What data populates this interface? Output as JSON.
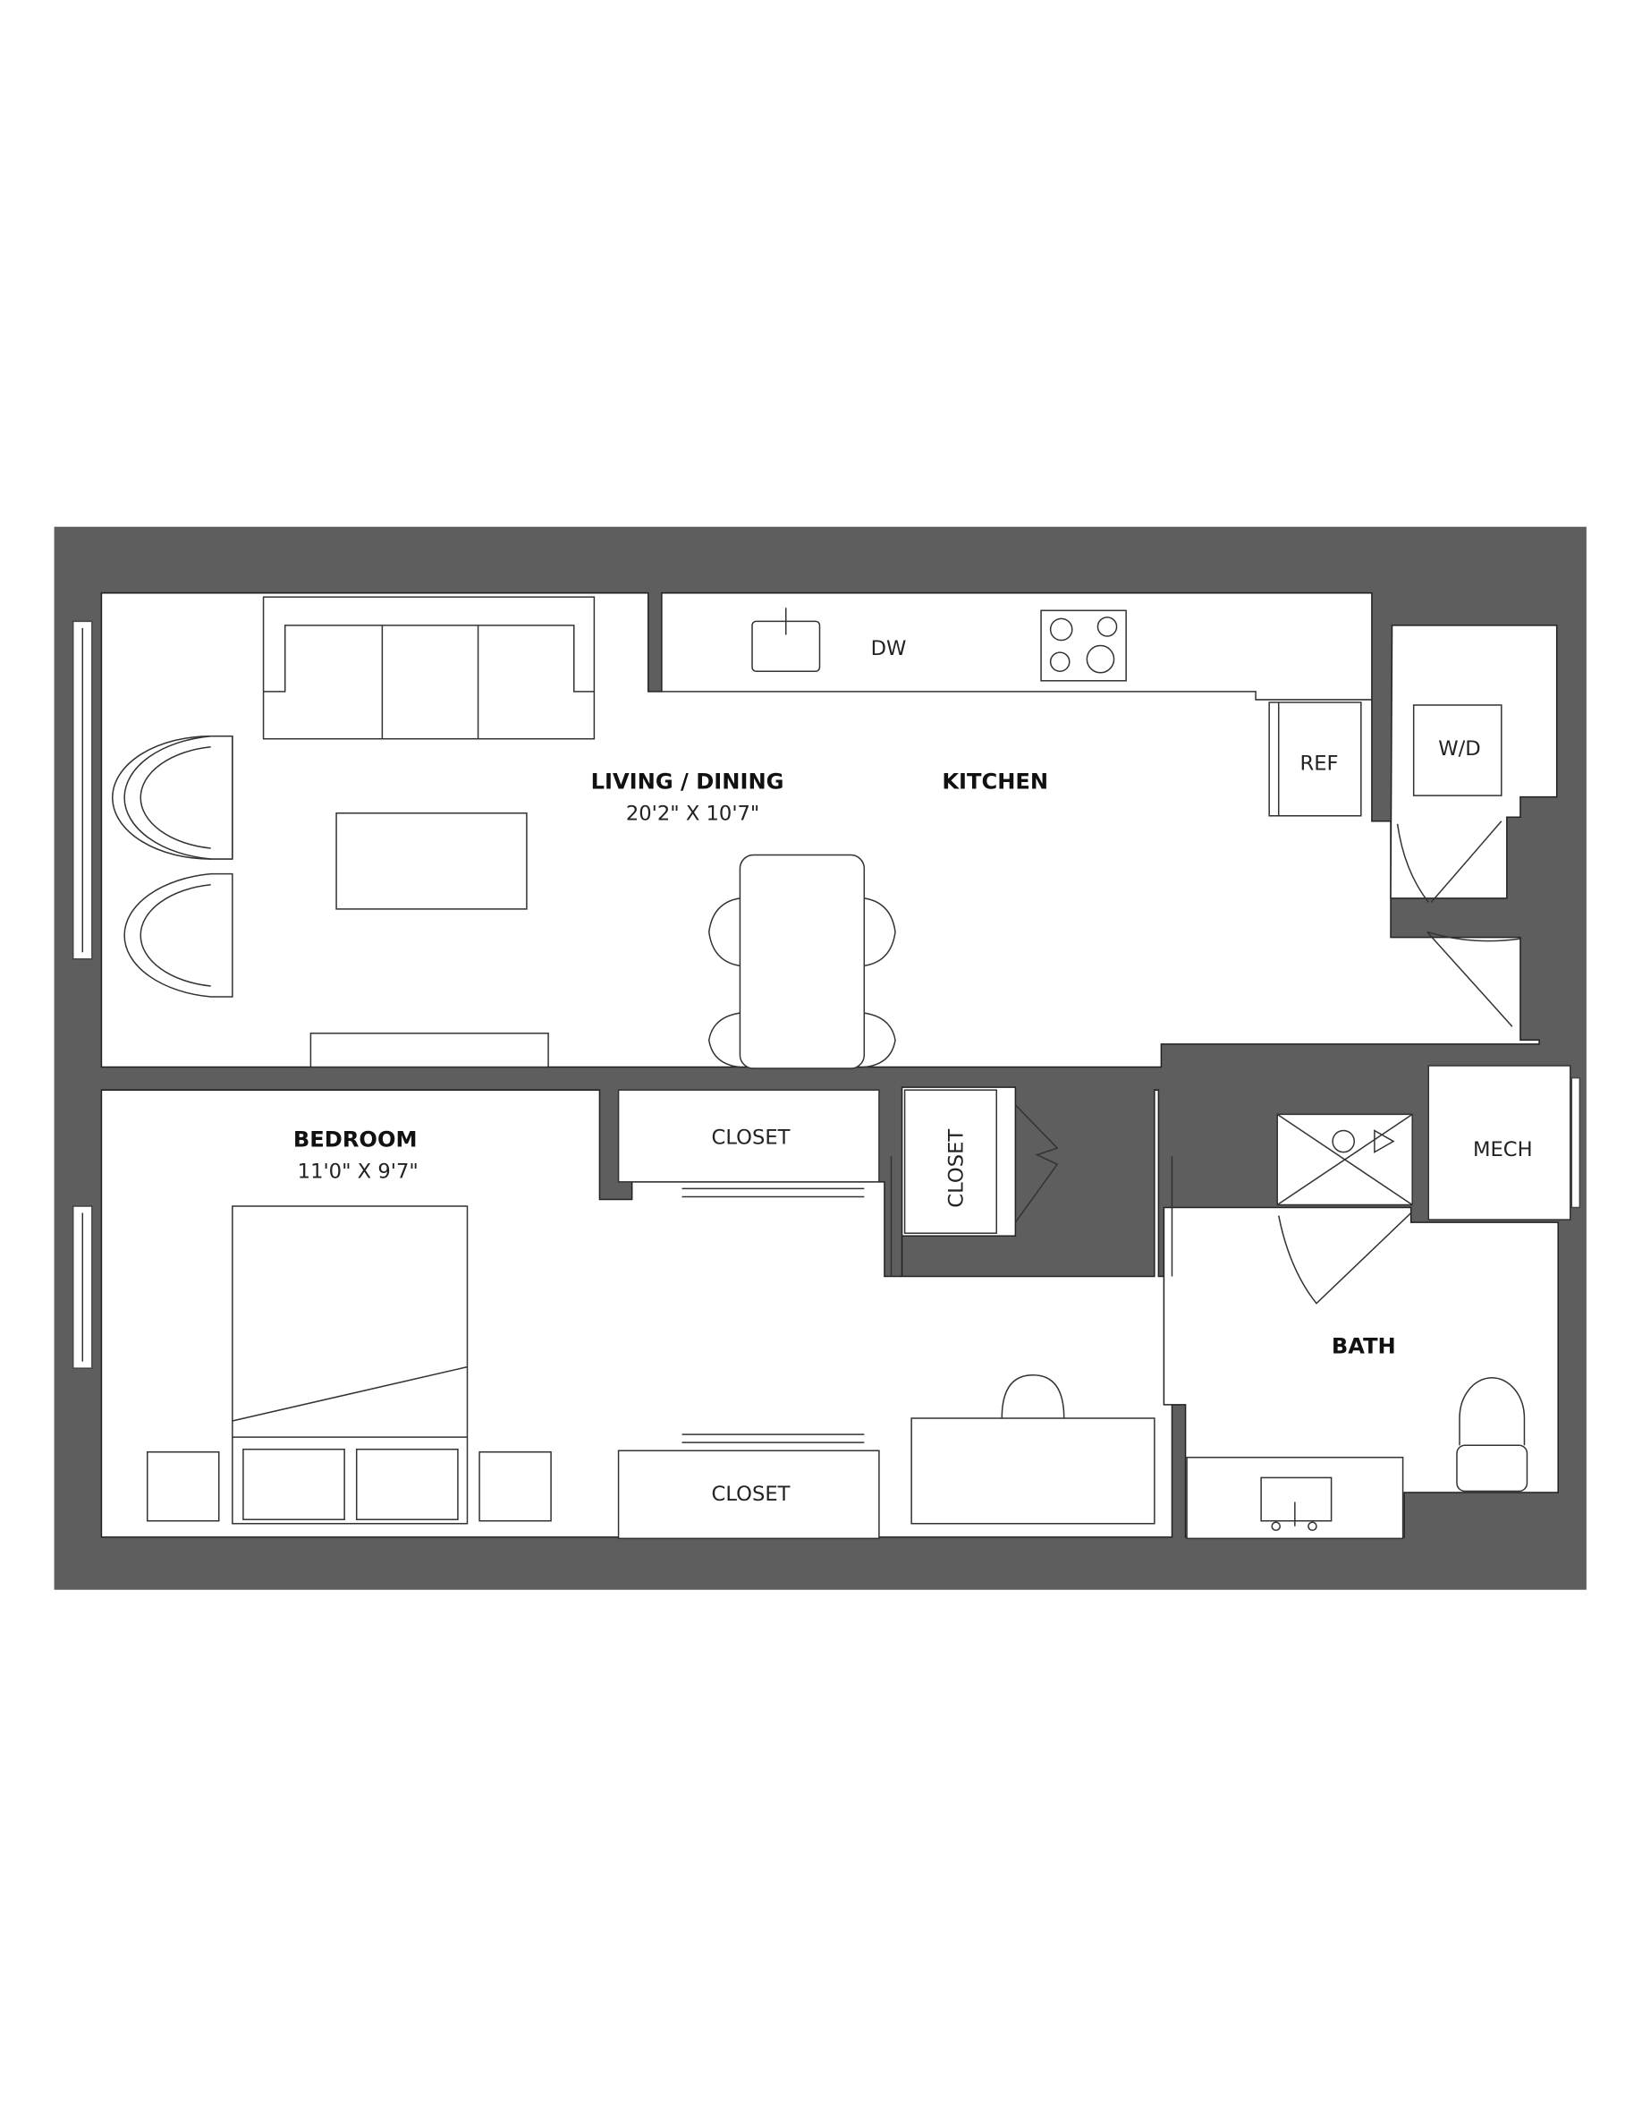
{
  "plan": {
    "colors": {
      "wall": "#5e5e5e",
      "background": "#ffffff",
      "line": "#333333",
      "text": "#111111"
    },
    "rooms": [
      {
        "id": "living",
        "name": "LIVING / DINING",
        "dimensions": "20'2\" X 10'7\""
      },
      {
        "id": "kitchen",
        "name": "KITCHEN"
      },
      {
        "id": "bedroom",
        "name": "BEDROOM",
        "dimensions": "11'0\" X 9'7\""
      },
      {
        "id": "bath",
        "name": "BATH"
      }
    ],
    "labels": {
      "dishwasher": "DW",
      "refrigerator": "REF",
      "washer_dryer": "W/D",
      "mechanical": "MECH",
      "closet_upper": "CLOSET",
      "closet_vertical": "CLOSET",
      "closet_lower": "CLOSET"
    }
  }
}
